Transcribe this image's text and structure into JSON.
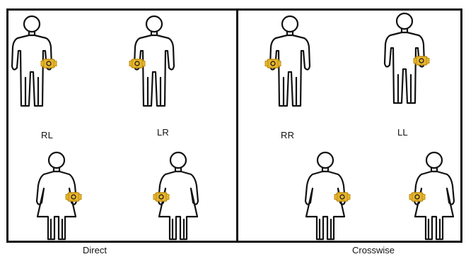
{
  "panels": [
    {
      "caption": "Direct",
      "pairs": [
        {
          "label": "RL",
          "male_band": "left",
          "female_band": "left"
        },
        {
          "label": "LR",
          "male_band": "right",
          "female_band": "right"
        }
      ]
    },
    {
      "caption": "Crosswise",
      "pairs": [
        {
          "label": "RR",
          "male_band": "right",
          "female_band": "left"
        },
        {
          "label": "LL",
          "male_band": "left",
          "female_band": "right"
        }
      ]
    }
  ],
  "colors": {
    "outline": "#111111",
    "band_fill": "#e6b530",
    "band_stroke": "#c08f10"
  }
}
